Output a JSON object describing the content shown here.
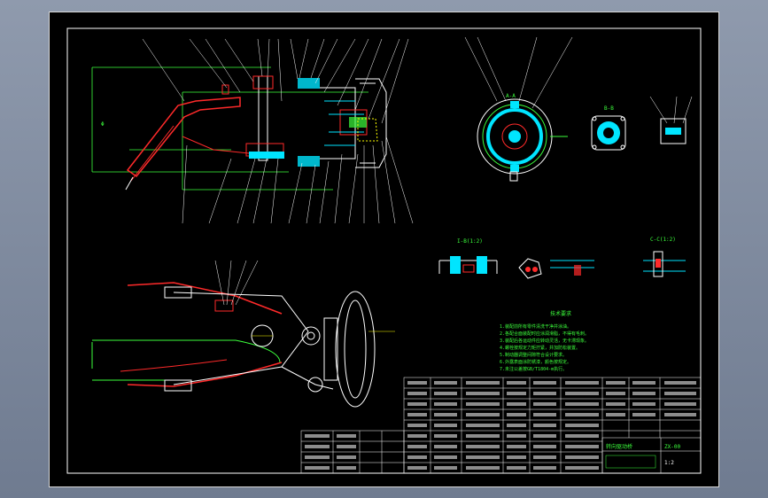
{
  "drawing": {
    "section_labels": {
      "left_view": "A-A",
      "right_view": "B-B",
      "small_view": "I-B(1:2)",
      "detail_view": "C-C(1:2)"
    },
    "tech_requirements_title": "技术要求",
    "tech_requirements": [
      "1.装配前所有零件清洗干净并涂油。",
      "2.各配合面装配时应涂润滑脂，不得有毛刺。",
      "3.装配后各运动件应转动灵活，无卡滞现象。",
      "4.螺栓按规定力矩拧紧，并加防松装置。",
      "5.制动器调整间隙符合设计要求。",
      "6.外露表面涂防锈漆，颜色按规定。",
      "7.未注公差按GB/T1804-m执行。"
    ],
    "title_block": {
      "name": "转向驱动桥",
      "drawing_no": "ZX-00",
      "scale": "1:2"
    }
  },
  "colors": {
    "background": "#000000",
    "outline": "#ffffff",
    "red": "#ff2a2a",
    "cyan": "#00e5ff",
    "green": "#3cff3c",
    "yellow": "#ffff00",
    "magenta": "#ff40ff"
  }
}
